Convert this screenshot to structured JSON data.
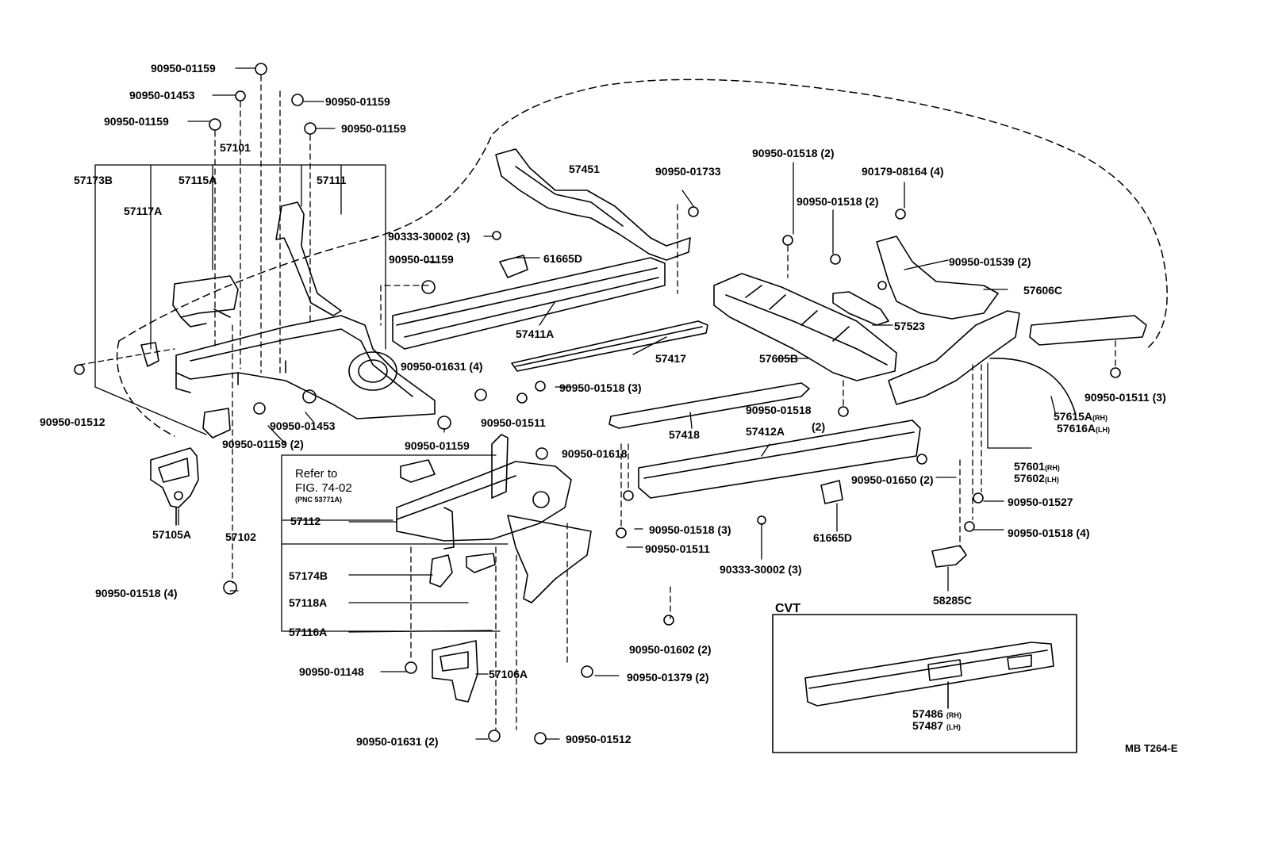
{
  "diagram_code": "MB T264-E",
  "cvt_box_title": "CVT",
  "refer": {
    "line1": "Refer to",
    "line2": "FIG. 74-02",
    "line3": "(PNC 53771A)"
  },
  "labels": {
    "p90950_01159_a": "90950-01159",
    "p90950_01453_a": "90950-01453",
    "p90950_01159_b": "90950-01159",
    "p90950_01159_c": "90950-01159",
    "p90950_01159_d": "90950-01159",
    "p57101": "57101",
    "p57173B": "57173B",
    "p57115A": "57115A",
    "p57111": "57111",
    "p57117A": "57117A",
    "p90950_01512_a": "90950-01512",
    "p90950_01159_2": "90950-01159 (2)",
    "p90950_01453_b": "90950-01453",
    "p90950_01159_e": "90950-01159",
    "p57105A": "57105A",
    "p57102": "57102",
    "p90950_01518_4a": "90950-01518 (4)",
    "p57112": "57112",
    "p57174B": "57174B",
    "p57118A": "57118A",
    "p57116A": "57116A",
    "p90950_01148": "90950-01148",
    "p57106A": "57106A",
    "p90950_01631_2": "90950-01631 (2)",
    "p90950_01512_b": "90950-01512",
    "p90950_01379_2": "90950-01379 (2)",
    "p90950_01602_2": "90950-01602 (2)",
    "p90950_01618": "90950-01618",
    "p90950_01511_a": "90950-01511",
    "p90950_01518_3a": "90950-01518 (3)",
    "p90950_01631_4": "90950-01631 (4)",
    "p57451": "57451",
    "p90950_01733": "90950-01733",
    "p90333_30002_3a": "90333-30002 (3)",
    "p90950_01159_f": "90950-01159",
    "p61665D_a": "61665D",
    "p57411A": "57411A",
    "p57417": "57417",
    "p57418": "57418",
    "p57412A": "57412A",
    "p90950_01518_3b": "90950-01518 (3)",
    "p90950_01511_b": "90950-01511",
    "p61665D_b": "61665D",
    "p90333_30002_3b": "90333-30002 (3)",
    "p90950_01518_2a": "90950-01518 (2)",
    "p90179_08164_4": "90179-08164 (4)",
    "p90950_01518_2b": "90950-01518 (2)",
    "p90950_01539_2": "90950-01539 (2)",
    "p57606C": "57606C",
    "p57523": "57523",
    "p57605B": "57605B",
    "p90950_01518_c": "90950-01518",
    "p_2": "(2)",
    "p90950_01650_2": "90950-01650 (2)",
    "p90950_01511_3": "90950-01511 (3)",
    "p57615A": "57615A",
    "p57615A_s": "(RH)",
    "p57616A": "57616A",
    "p57616A_s": "(LH)",
    "p57601": "57601",
    "p57601_s": "(RH)",
    "p57602": "57602",
    "p57602_s": "(LH)",
    "p90950_01527": "90950-01527",
    "p90950_01518_4b": "90950-01518 (4)",
    "p58285C": "58285C",
    "p57486": "57486",
    "p57486_s": "(RH)",
    "p57487": "57487",
    "p57487_s": "(LH)"
  }
}
